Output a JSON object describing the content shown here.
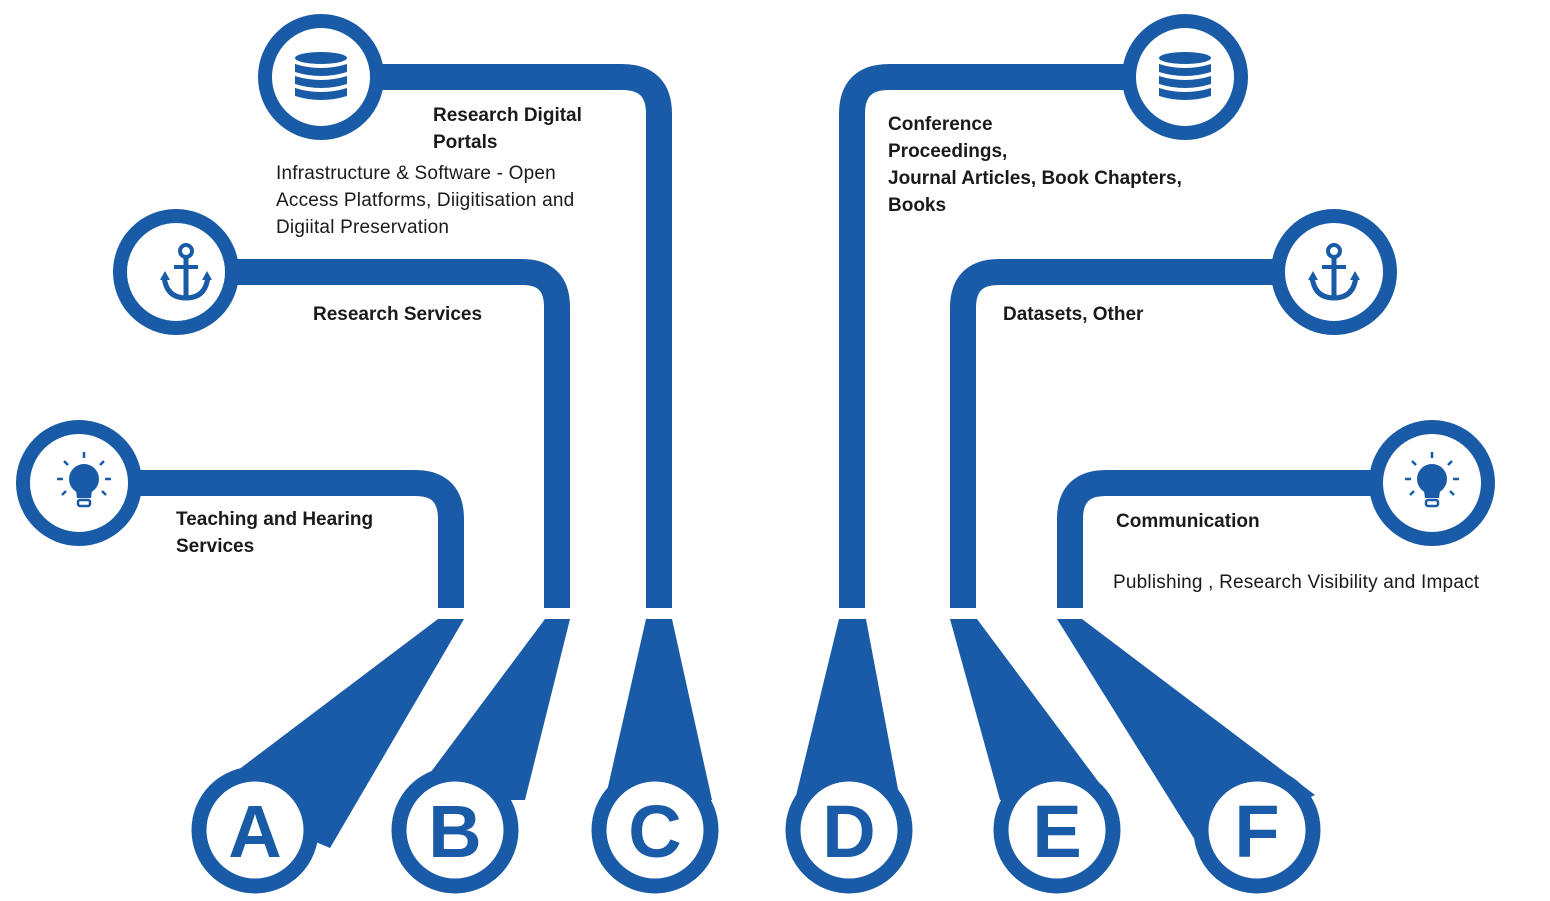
{
  "colors": {
    "primary": "#1a5ba7",
    "background": "#ffffff",
    "text": "#1a1a1a"
  },
  "badges": [
    "A",
    "B",
    "C",
    "D",
    "E",
    "F"
  ],
  "nodes": {
    "research_digital_portals": {
      "icon": "database-icon",
      "title": "Research Digital\nPortals",
      "description": "Infrastructure & Software - Open\nAccess Platforms, Diigitisation and\nDigiital Preservation"
    },
    "research_services": {
      "icon": "anchor-icon",
      "title": "Research Services"
    },
    "teaching_services": {
      "icon": "lightbulb-icon",
      "title": "Teaching and Hearing\nServices"
    },
    "publications": {
      "icon": "database-icon",
      "title": "Conference\nProceedings,\nJournal Articles, Book Chapters,\nBooks"
    },
    "datasets": {
      "icon": "anchor-icon",
      "title": "Datasets, Other"
    },
    "communication": {
      "icon": "lightbulb-icon",
      "title": "Communication",
      "description": "Publishing , Research Visibility and Impact"
    }
  }
}
